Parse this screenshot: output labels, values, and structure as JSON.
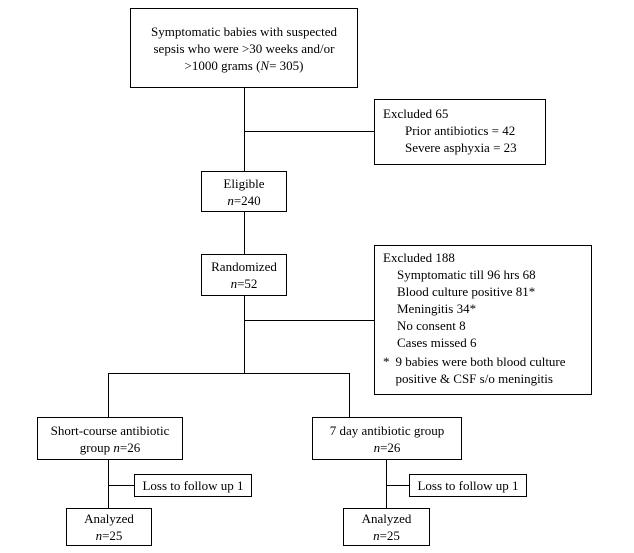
{
  "flow": {
    "top": {
      "line1": "Symptomatic babies with suspected",
      "line2": "sepsis who were >30 weeks and/or",
      "line3_pre": ">1000 grams  (",
      "line3_n": "N",
      "line3_post": "= 305)"
    },
    "excluded1": {
      "title": "Excluded 65",
      "items": [
        "Prior antibiotics = 42",
        "Severe asphyxia = 23"
      ]
    },
    "eligible": {
      "label": "Eligible",
      "n_var": "n",
      "n_val": "=240"
    },
    "randomized": {
      "label": "Randomized",
      "n_var": "n",
      "n_val": "=52"
    },
    "excluded2": {
      "title": "Excluded 188",
      "items": [
        "Symptomatic till 96 hrs  68",
        "Blood culture positive  81*",
        "Meningitis 34*",
        "No consent  8",
        "Cases missed  6"
      ],
      "note_mark": "*",
      "note_line1": "9 babies were both blood culture",
      "note_line2": "positive & CSF s/o meningitis"
    },
    "short_group": {
      "line1": "Short-course antibiotic",
      "line2_pre": "group ",
      "n_var": "n",
      "n_val": "=26"
    },
    "seven_group": {
      "line1": "7 day antibiotic group",
      "n_var": "n",
      "n_val": "=26"
    },
    "loss_left": "Loss to follow up  1",
    "loss_right": "Loss to follow up  1",
    "analyzed_left": {
      "label": "Analyzed",
      "n_var": "n",
      "n_val": "=25"
    },
    "analyzed_right": {
      "label": "Analyzed",
      "n_var": "n",
      "n_val": "=25"
    }
  }
}
